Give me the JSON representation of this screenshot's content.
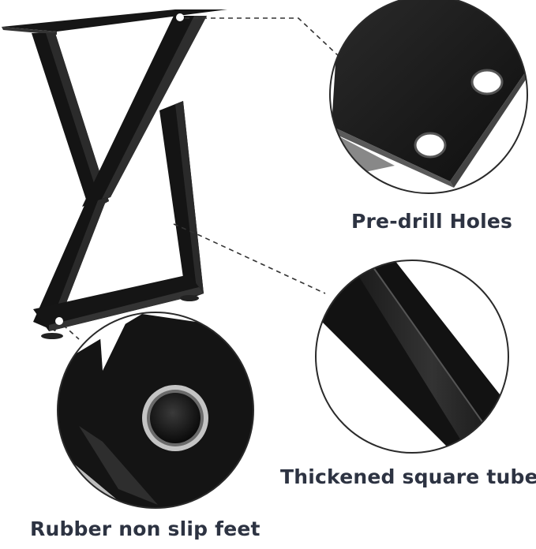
{
  "captions": {
    "holes": "Pre-drill Holes",
    "tube": "Thickened square tube",
    "feet": "Rubber non slip feet"
  },
  "colors": {
    "steel": "#141414",
    "steel_edge": "#3a3a3a",
    "caption_text": "#2d3342",
    "circle_border": "#2a2a2a",
    "foot_ring": "#b9b9b9"
  },
  "icons": {
    "callout_marker": "white-dot",
    "leader_line": "dashed-line"
  }
}
